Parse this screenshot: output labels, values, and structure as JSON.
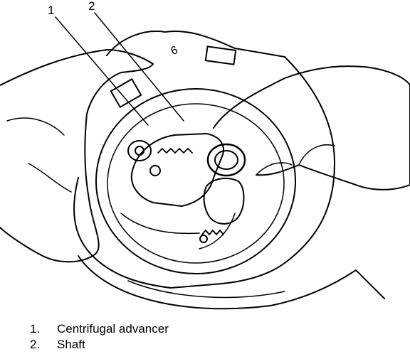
{
  "callouts": [
    {
      "number": "1"
    },
    {
      "number": "2"
    }
  ],
  "casting_mark": "6",
  "legend": [
    {
      "number": "1.",
      "label": "Centrifugal advancer"
    },
    {
      "number": "2.",
      "label": "Shaft"
    }
  ],
  "colors": {
    "ink": "#000000",
    "paper": "#ffffff"
  }
}
